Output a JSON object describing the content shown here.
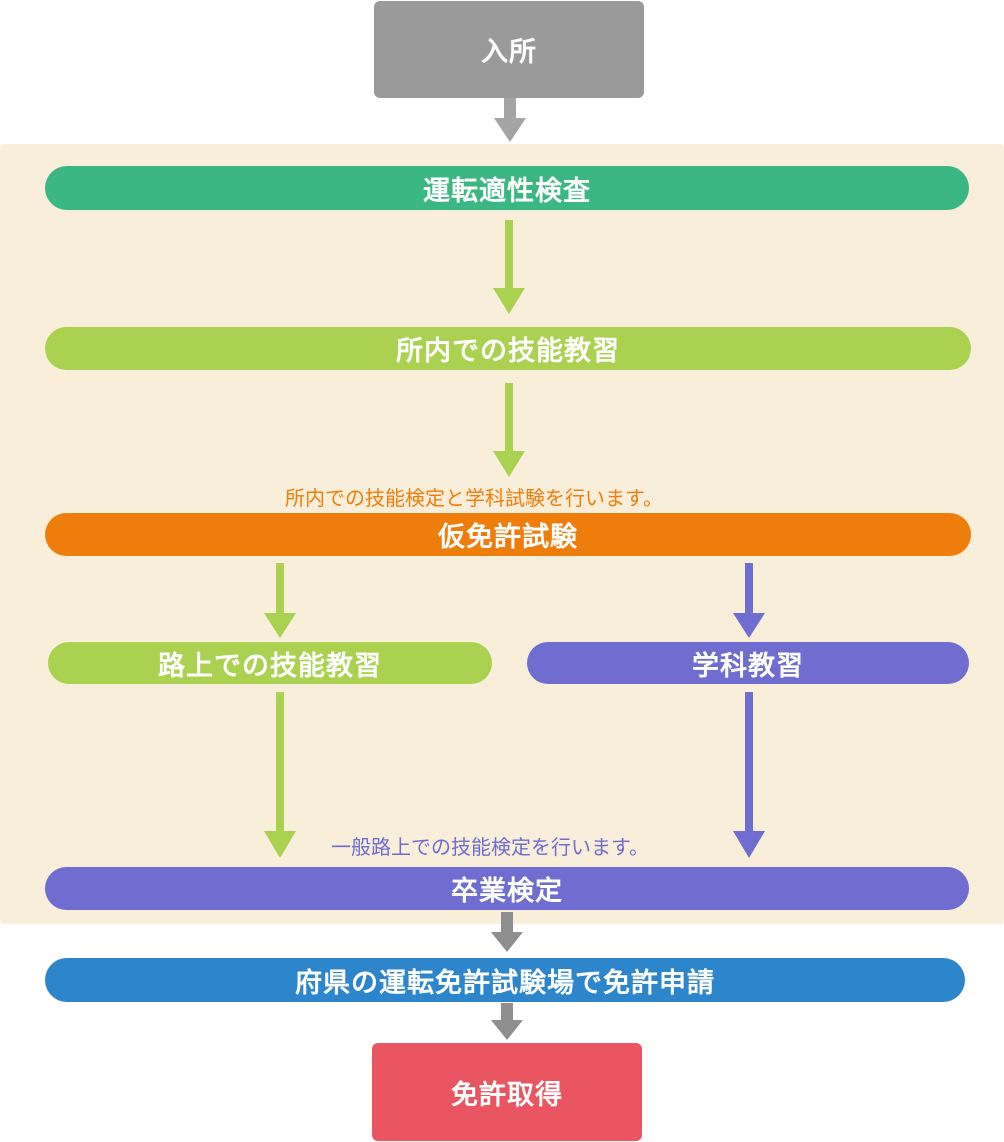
{
  "colors": {
    "gray": "#9a9a9a",
    "green_dark": "#3bb784",
    "green_light": "#aad150",
    "orange": "#ef7d0b",
    "purple": "#6f6ed0",
    "blue": "#2d85cc",
    "red": "#e95561",
    "panel_bg": "#f8eeda",
    "arrow_gray": "#9a9a9a"
  },
  "flow": {
    "enrollment": "入所",
    "aptitude_test": "運転適性検査",
    "onsite_training": "所内での技能教習",
    "onsite_note": "所内での技能検定と学科試験を行います。",
    "provisional_exam": "仮免許試験",
    "road_training": "路上での技能教習",
    "classroom_training": "学科教習",
    "road_note": "一般路上での技能検定を行います。",
    "graduation_exam": "卒業検定",
    "license_application": "府県の運転免許試験場で免許申請",
    "license_acquired": "免許取得"
  }
}
